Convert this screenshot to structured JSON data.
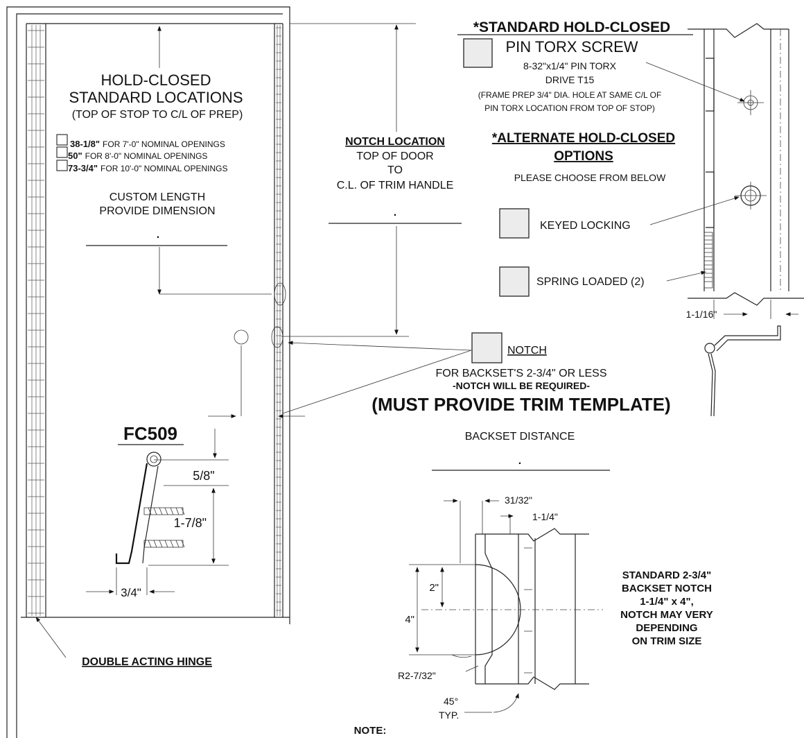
{
  "hold_closed": {
    "title_1": "HOLD-CLOSED",
    "title_2": "STANDARD LOCATIONS",
    "subtitle": "(TOP OF STOP TO C/L OF PREP)",
    "options": [
      {
        "dim": "38-1/8\"",
        "desc": "FOR 7'-0\" NOMINAL OPENINGS"
      },
      {
        "dim": "50\"",
        "desc": "FOR 8'-0\" NOMINAL OPENINGS"
      },
      {
        "dim": "73-3/4\"",
        "desc": "FOR 10'-0\" NOMINAL OPENINGS"
      }
    ],
    "custom_1": "CUSTOM LENGTH",
    "custom_2": "PROVIDE DIMENSION",
    "custom_value": "."
  },
  "notch_location": {
    "title": "NOTCH LOCATION",
    "line_1": "TOP OF DOOR",
    "line_2": "TO",
    "line_3": "C.L. OF TRIM HANDLE",
    "value": "."
  },
  "standard_hold_closed": {
    "title": "*STANDARD HOLD-CLOSED",
    "option_label": "PIN TORX SCREW",
    "line_1": "8-32\"x1/4\" PIN TORX",
    "line_2": "DRIVE T15",
    "line_3": "(FRAME PREP 3/4\" DIA. HOLE AT SAME C/L OF",
    "line_4": "PIN TORX LOCATION FROM TOP OF STOP)"
  },
  "alternate": {
    "title_1": "*ALTERNATE HOLD-CLOSED",
    "title_2": "OPTIONS",
    "instruction": "PLEASE CHOOSE FROM BELOW",
    "option_1": "KEYED LOCKING",
    "option_2": "SPRING LOADED (2)"
  },
  "hinge_detail": {
    "dim": "1-1/16\""
  },
  "notch": {
    "label": "NOTCH",
    "line_1": "FOR BACKSET'S 2-3/4\" OR LESS",
    "line_2": "-NOTCH WILL BE REQUIRED-",
    "line_3": "(MUST PROVIDE TRIM TEMPLATE)"
  },
  "backset": {
    "label": "BACKSET DISTANCE",
    "value": "."
  },
  "fc509": {
    "title": "FC509",
    "dim_1": "5/8\"",
    "dim_2": "1-7/8\"",
    "dim_3": "3/4\""
  },
  "notch_detail": {
    "dim_a": "31/32\"",
    "dim_b": "1-1/4\"",
    "dim_c": "2\"",
    "dim_d": "4\"",
    "radius": "R2-7/32\"",
    "angle": "45°",
    "angle_note": "TYP.",
    "note_lines": [
      "STANDARD 2-3/4\"",
      "BACKSET NOTCH",
      "1-1/4\" x 4\",",
      "NOTCH MAY VERY",
      "DEPENDING",
      "ON TRIM SIZE"
    ]
  },
  "hinge_label": "DOUBLE ACTING HINGE",
  "footer_note": "NOTE:"
}
